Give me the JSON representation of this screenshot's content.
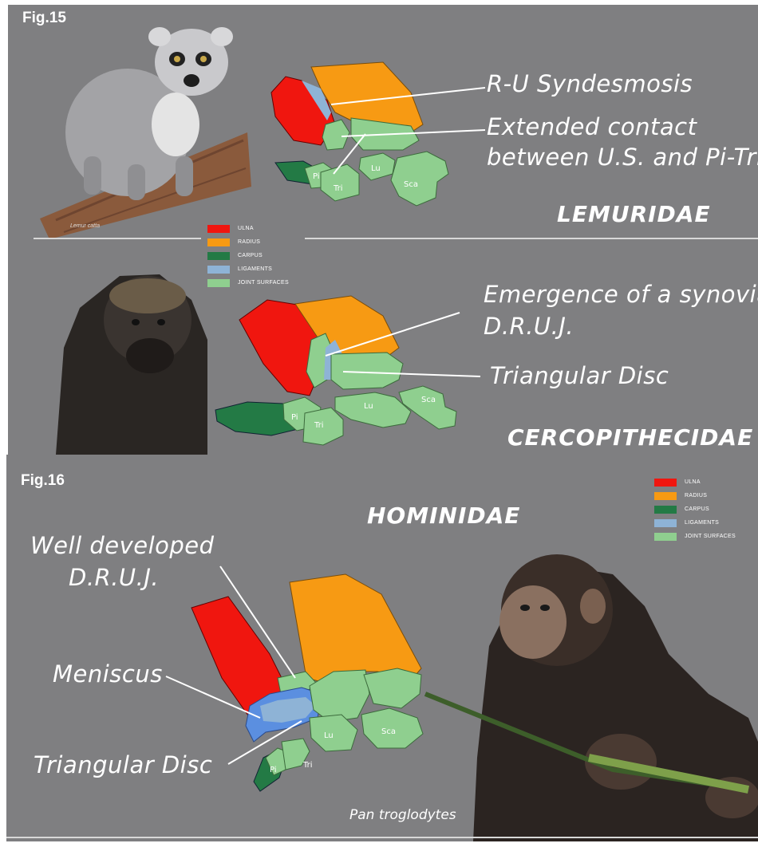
{
  "fig15": {
    "label": "Fig.15",
    "lemuridae": {
      "family": "LEMURIDAE",
      "callout_1": "R-U Syndesmosis",
      "callout_2_line1": "Extended contact",
      "callout_2_line2": "between U.S. and Pi-Tri",
      "species": "Lemur catta",
      "bones": {
        "pi": "Pi",
        "tri": "Tri",
        "lu": "Lu",
        "sca": "Sca"
      }
    },
    "cercopithecidae": {
      "family": "CERCOPITHECIDAE",
      "callout_1_line1": "Emergence of a synovial",
      "callout_1_line2": "D.R.U.J.",
      "callout_2": "Triangular Disc",
      "bones": {
        "pi": "Pi",
        "tri": "Tri",
        "lu": "Lu",
        "sca": "Sca"
      }
    },
    "legend": [
      {
        "label": "ULNA",
        "color": "#f0160f"
      },
      {
        "label": "RADIUS",
        "color": "#f79a13"
      },
      {
        "label": "CARPUS",
        "color": "#237a45"
      },
      {
        "label": "LIGAMENTS",
        "color": "#8eb3d6"
      },
      {
        "label": "JOINT SURFACES",
        "color": "#8fcf8f"
      }
    ]
  },
  "fig16": {
    "label": "Fig.16",
    "family": "HOMINIDAE",
    "callout_1_line1": "Well developed",
    "callout_1_line2": "D.R.U.J.",
    "callout_2": "Meniscus",
    "callout_3": "Triangular Disc",
    "species": "Pan troglodytes",
    "bones": {
      "pi": "Pi",
      "tri": "Tri",
      "lu": "Lu",
      "sca": "Sca"
    },
    "legend": [
      {
        "label": "ULNA",
        "color": "#f0160f"
      },
      {
        "label": "RADIUS",
        "color": "#f79a13"
      },
      {
        "label": "CARPUS",
        "color": "#237a45"
      },
      {
        "label": "LIGAMENTS",
        "color": "#8eb3d6"
      },
      {
        "label": "JOINT SURFACES",
        "color": "#8fcf8f"
      }
    ]
  },
  "colors": {
    "background": "#7f7f81",
    "ulna": "#f0160f",
    "radius": "#f79a13",
    "carpus": "#237a45",
    "ligaments": "#8eb3d6",
    "joint": "#8fcf8f",
    "meniscus": "#5b8fe0"
  }
}
